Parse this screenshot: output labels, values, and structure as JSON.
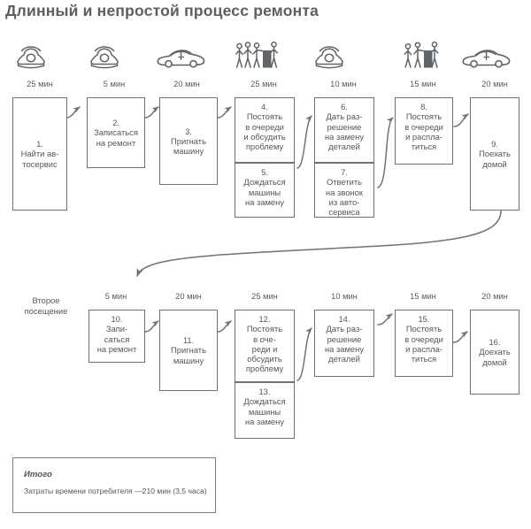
{
  "title": "Длинный и непростой процесс ремонта",
  "colors": {
    "line": "#6e7376",
    "text": "#52575b",
    "icon": "#5f6468",
    "background": "#ffffff"
  },
  "columns": [
    {
      "duration": "25 мин",
      "icon": "telephone-icon"
    },
    {
      "duration": "5  мин",
      "icon": "telephone-icon"
    },
    {
      "duration": "20 мин",
      "icon": "car-icon"
    },
    {
      "duration": "25 мин",
      "icon": "queue-people-icon"
    },
    {
      "duration": "10 мин",
      "icon": "telephone-icon"
    },
    {
      "duration": "15 мин",
      "icon": "queue-people-icon"
    },
    {
      "duration": "20 мин",
      "icon": "car-icon"
    }
  ],
  "row1": {
    "boxes": [
      {
        "num": "1.",
        "text": "Найти ав-\nтосервис"
      },
      {
        "num": "2.",
        "text": "Записаться\nна ремонт"
      },
      {
        "num": "3.",
        "text": "Пригнать\nмашину"
      },
      {
        "num": "4.",
        "text": "Постоять\nв очереди\nи обсудить\nпроблему"
      },
      {
        "num": "5.",
        "text": "Дождаться\nмашины\nна замену"
      },
      {
        "num": "6.",
        "text": "Дать раз-\nрешение\nна замену\nдеталей"
      },
      {
        "num": "7.",
        "text": "Ответить\nна звонок\nиз авто-\nсервиса"
      },
      {
        "num": "8.",
        "text": "Постоять\nв очереди\nи распла-\nтиться"
      },
      {
        "num": "9.",
        "text": "Поехать\nдомой"
      }
    ]
  },
  "row2": {
    "label": "Второе\nпосещение",
    "durations": [
      "5  мин",
      "20 мин",
      "25 мин",
      "10 мин",
      "15 мин",
      "20 мин"
    ],
    "boxes": [
      {
        "num": "10.",
        "text": "Запи-\nсаться\nна ремонт"
      },
      {
        "num": "11.",
        "text": "Пригнать\nмашину"
      },
      {
        "num": "12.",
        "text": "Постоять\nв оче-\nреди и\nобсудить\nпроблему"
      },
      {
        "num": "13.",
        "text": "Дождаться\nмашины\nна замену"
      },
      {
        "num": "14.",
        "text": "Дать раз-\nрешение\nна замену\nдеталей"
      },
      {
        "num": "15.",
        "text": "Постоять\nв очереди\nи распла-\nтиться"
      },
      {
        "num": "16.",
        "text": "Доехать\nдомой"
      }
    ]
  },
  "summary": {
    "heading": "Итого",
    "text": "Затраты времени потребителя —210 мин (3,5 часа)"
  }
}
